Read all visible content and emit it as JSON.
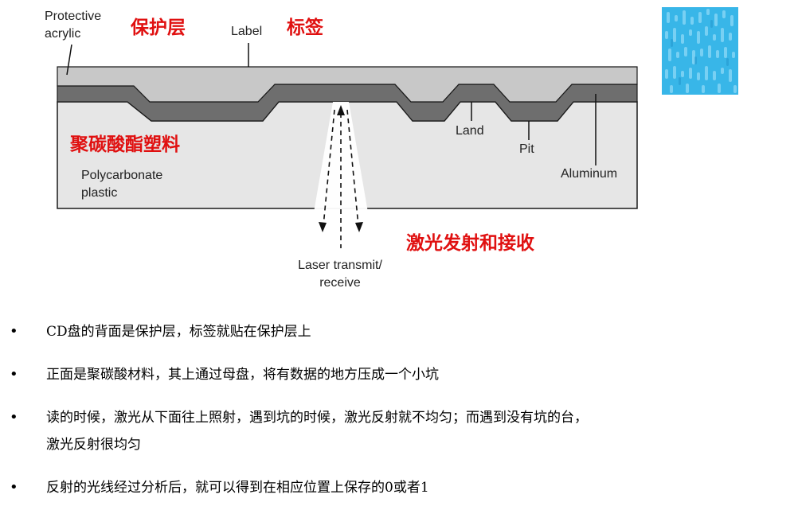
{
  "diagram": {
    "labels": {
      "protective_acrylic_line1": "Protective",
      "protective_acrylic_line2": "acrylic",
      "protective_layer_zh": "保护层",
      "label_en": "Label",
      "label_zh": "标签",
      "polycarbonate_zh": "聚碳酸酯塑料",
      "polycarbonate_line1": "Polycarbonate",
      "polycarbonate_line2": "plastic",
      "land": "Land",
      "pit": "Pit",
      "aluminum": "Aluminum",
      "laser_zh": "激光发射和接收",
      "laser_line1": "Laser transmit/",
      "laser_line2": "receive"
    },
    "colors": {
      "label_layer": "#c8c8c8",
      "aluminum_layer": "#6e6e6e",
      "polycarbonate": "#e6e6e6",
      "outline": "#1a1a1a",
      "chinese_text": "#e01010",
      "pit_texture": "#38b6e8"
    }
  },
  "bullets": [
    {
      "text": "CD盘的背面是保护层，标签就贴在保护层上"
    },
    {
      "text": "正面是聚碳酸材料，其上通过母盘，将有数据的地方压成一个小坑"
    },
    {
      "line1": "读的时候，激光从下面往上照射，遇到坑的时候，激光反射就不均匀；而遇到没有坑的台，",
      "line2": "激光反射很均匀"
    },
    {
      "text": "反射的光线经过分析后，就可以得到在相应位置上保存的0或者1"
    }
  ],
  "bullet_symbol": "•"
}
